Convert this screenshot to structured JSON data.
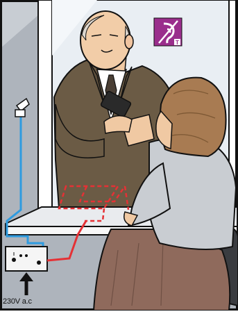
{
  "diagram": {
    "power_label": "230V a.c",
    "symbol_badge": "T",
    "symbol_name": "hearing-loop-symbol",
    "colors": {
      "wall": "#aeb4bc",
      "wall_light": "#d7dbe0",
      "window_frame": "#ffffff",
      "glass": "#e6ecf2",
      "counter": "#f3f3f3",
      "loop_cable": "#e53135",
      "mic_cable": "#2e9be0",
      "symbol_bg": "#9a2e8c",
      "clerk_jacket": "#6b5b45",
      "customer_sweater": "#c9cdd2",
      "customer_hair": "#a87b52",
      "customer_skirt": "#8f6a5c",
      "chair": "#3a3c40"
    }
  }
}
